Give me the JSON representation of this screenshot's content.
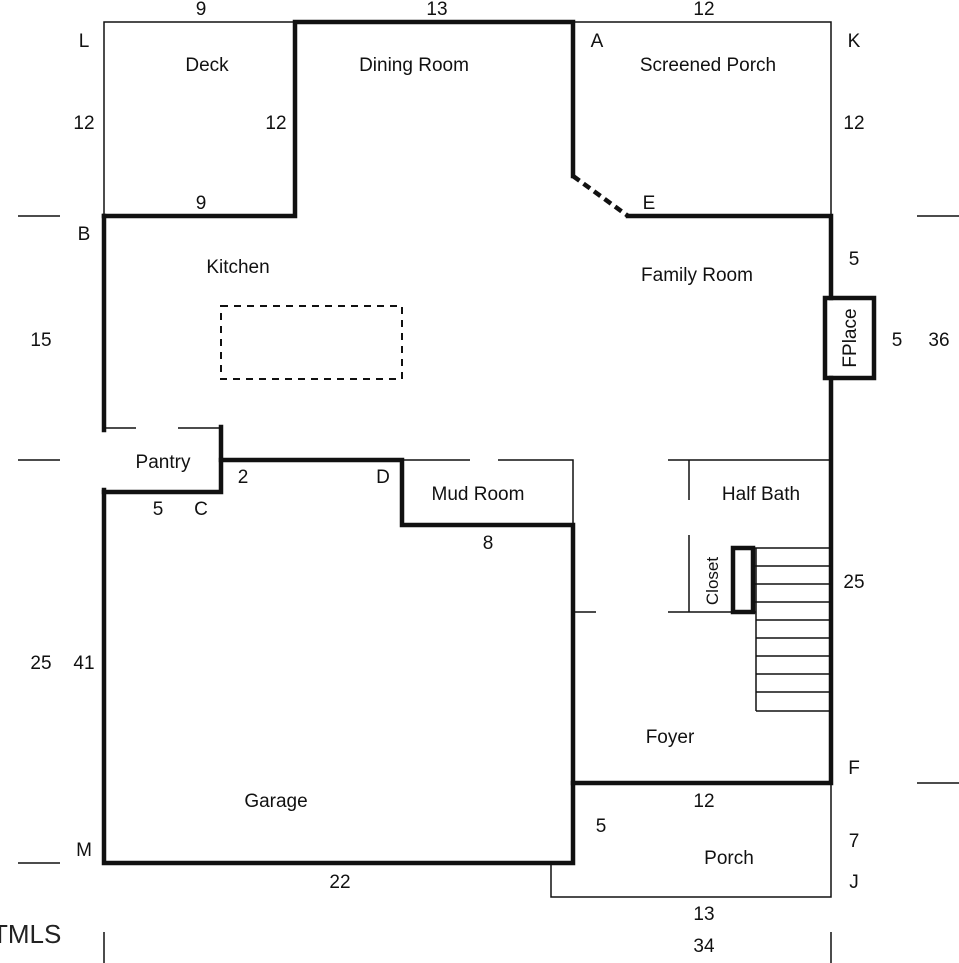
{
  "rooms": {
    "deck": "Deck",
    "dining_room": "Dining Room",
    "screened_porch": "Screened Porch",
    "kitchen": "Kitchen",
    "family_room": "Family Room",
    "pantry": "Pantry",
    "mud_room": "Mud Room",
    "half_bath": "Half Bath",
    "closet": "Closet",
    "fireplace": "FPlace",
    "foyer": "Foyer",
    "garage": "Garage",
    "porch": "Porch"
  },
  "points": {
    "a": "A",
    "b": "B",
    "c": "C",
    "d": "D",
    "e": "E",
    "f": "F",
    "j": "J",
    "k": "K",
    "l": "L",
    "m": "M"
  },
  "dimensions": {
    "top_deck": "9",
    "top_dining": "13",
    "top_screened": "12",
    "deck_left": "12",
    "deck_right": "12",
    "screened_right": "12",
    "deck_bottom": "9",
    "family_right": "5",
    "kitchen_left": "15",
    "fireplace": "5",
    "overall_right": "36",
    "pantry_bottom": "5",
    "pantry_offset": "2",
    "mud_room_bottom": "8",
    "stairs_right": "25",
    "garage_left_a": "25",
    "garage_left_b": "41",
    "porch_top": "12",
    "porch_left": "5",
    "porch_right": "7",
    "garage_bottom": "22",
    "porch_bottom": "13",
    "overall_bottom": "34"
  },
  "watermark": "TMLS"
}
